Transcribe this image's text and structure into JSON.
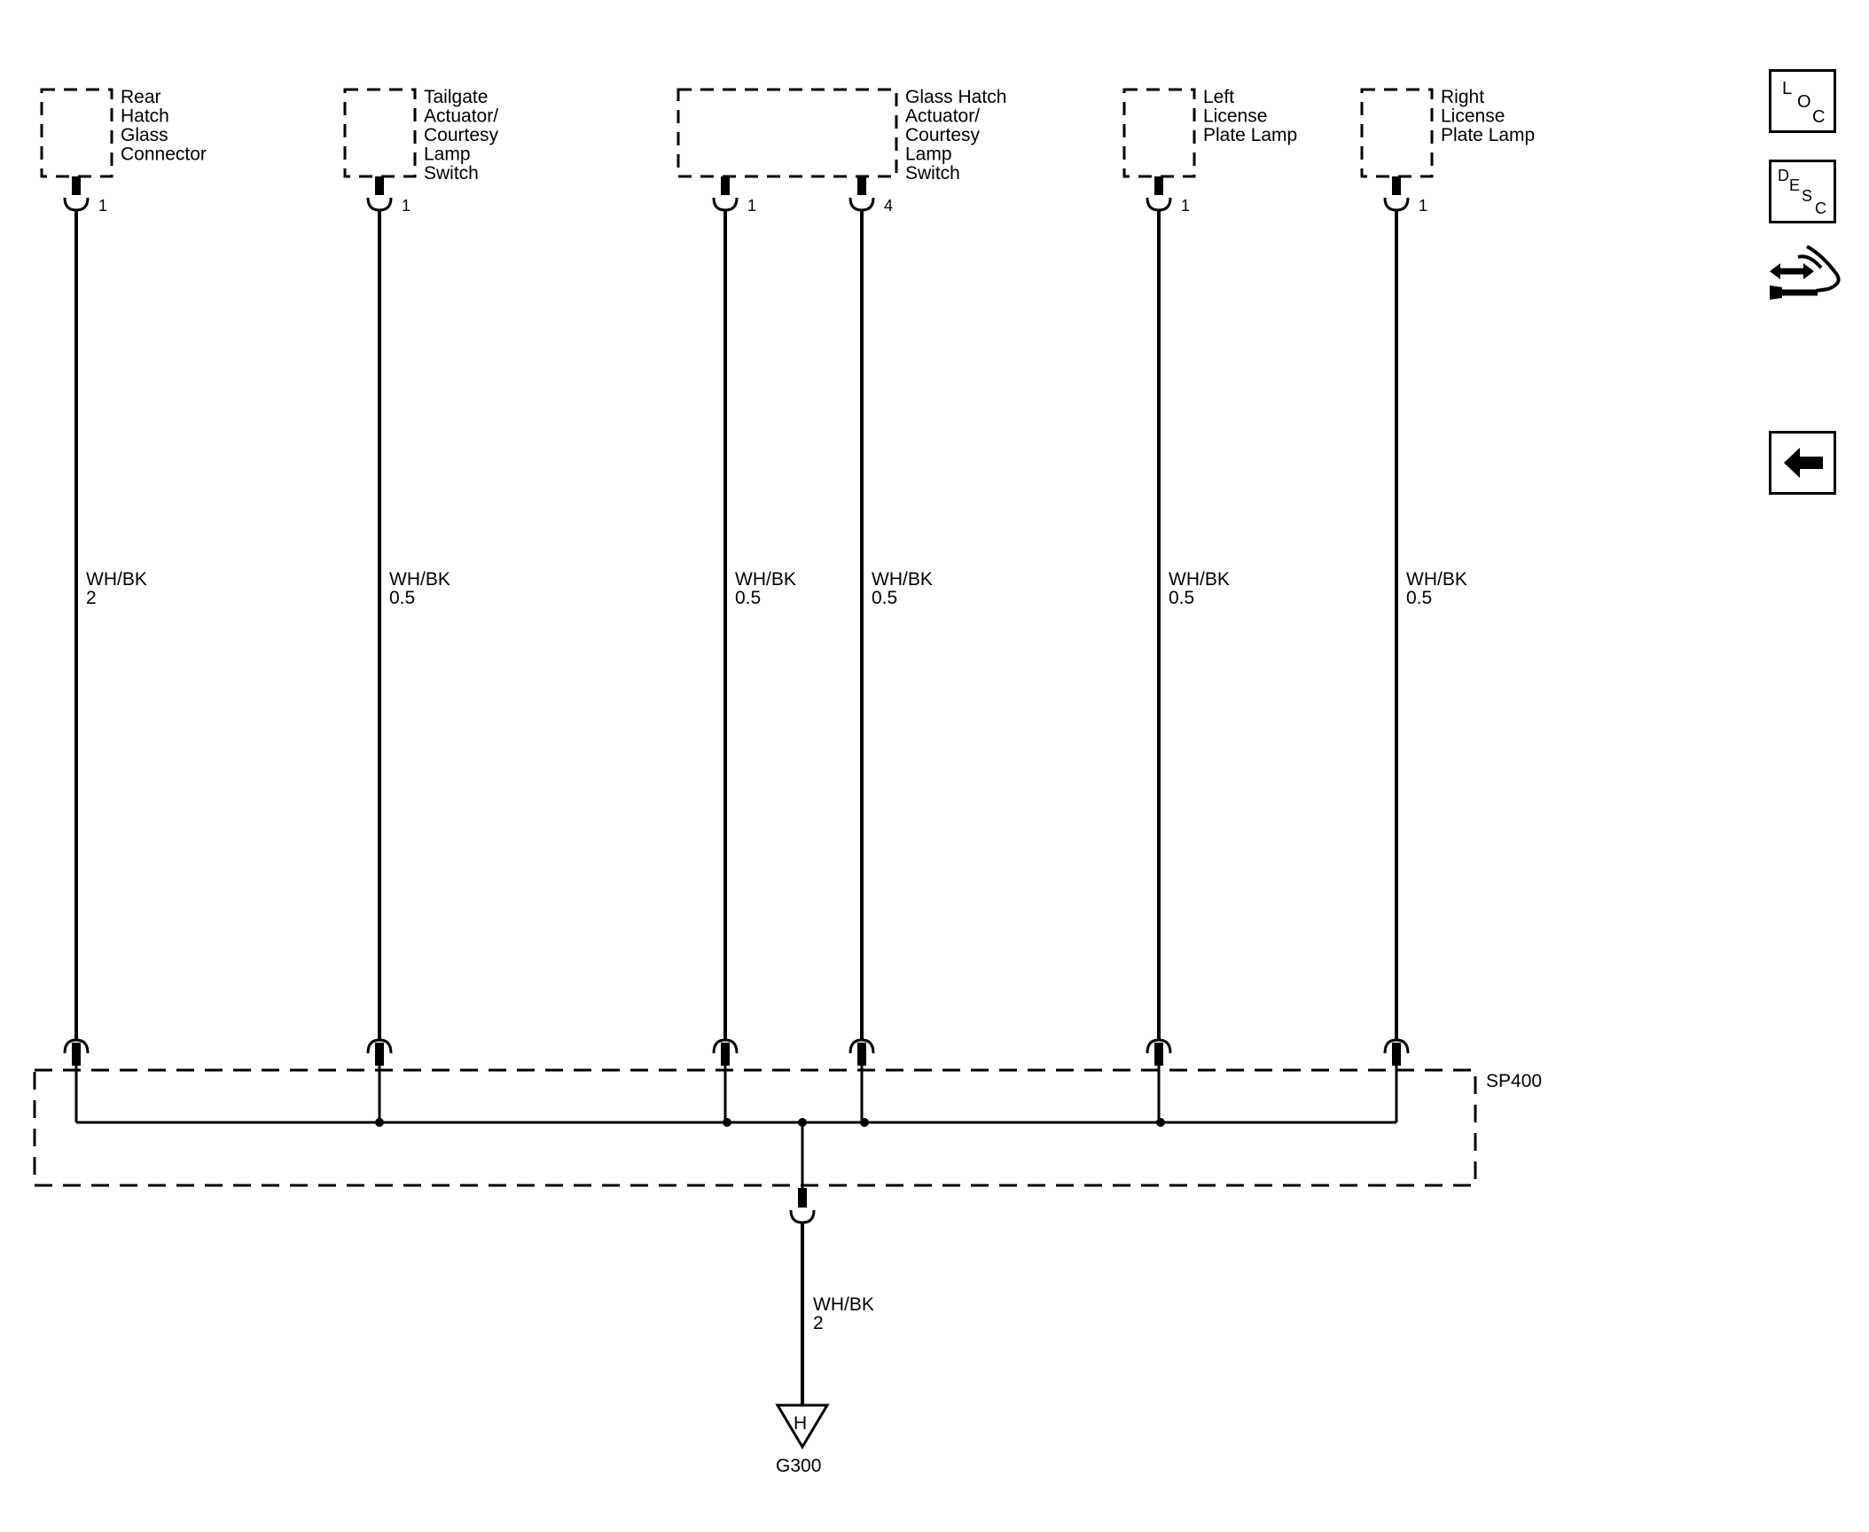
{
  "components": [
    {
      "id": "rear-hatch-glass-connector",
      "lines": [
        "Rear",
        "Hatch",
        "Glass",
        "Connector"
      ],
      "pins": [
        "1"
      ]
    },
    {
      "id": "tailgate-actuator-courtesy-lamp-switch",
      "lines": [
        "Tailgate",
        "Actuator/",
        "Courtesy",
        "Lamp",
        "Switch"
      ],
      "pins": [
        "1"
      ]
    },
    {
      "id": "glass-hatch-actuator-courtesy-lamp-switch",
      "lines": [
        "Glass Hatch",
        "Actuator/",
        "Courtesy",
        "Lamp",
        "Switch"
      ],
      "pins": [
        "1",
        "4"
      ]
    },
    {
      "id": "left-license-plate-lamp",
      "lines": [
        "Left",
        "License",
        "Plate Lamp"
      ],
      "pins": [
        "1"
      ]
    },
    {
      "id": "right-license-plate-lamp",
      "lines": [
        "Right",
        "License",
        "Plate Lamp"
      ],
      "pins": [
        "1"
      ]
    }
  ],
  "wires": [
    {
      "color": "WH/BK",
      "size": "2"
    },
    {
      "color": "WH/BK",
      "size": "0.5"
    },
    {
      "color": "WH/BK",
      "size": "0.5"
    },
    {
      "color": "WH/BK",
      "size": "0.5"
    },
    {
      "color": "WH/BK",
      "size": "0.5"
    },
    {
      "color": "WH/BK",
      "size": "0.5"
    }
  ],
  "splice": {
    "label": "SP400"
  },
  "ground_wire": {
    "color": "WH/BK",
    "size": "2"
  },
  "ground": {
    "symbol": "H",
    "label": "G300"
  },
  "nav": {
    "loc": {
      "icon": "loc-icon",
      "letters": [
        "L",
        "O",
        "C"
      ]
    },
    "desc": {
      "icon": "desc-icon",
      "letters": [
        "D",
        "E",
        "S",
        "C"
      ]
    },
    "wiring": {
      "icon": "connector-hand-icon"
    },
    "back": {
      "icon": "left-arrow-icon"
    }
  }
}
